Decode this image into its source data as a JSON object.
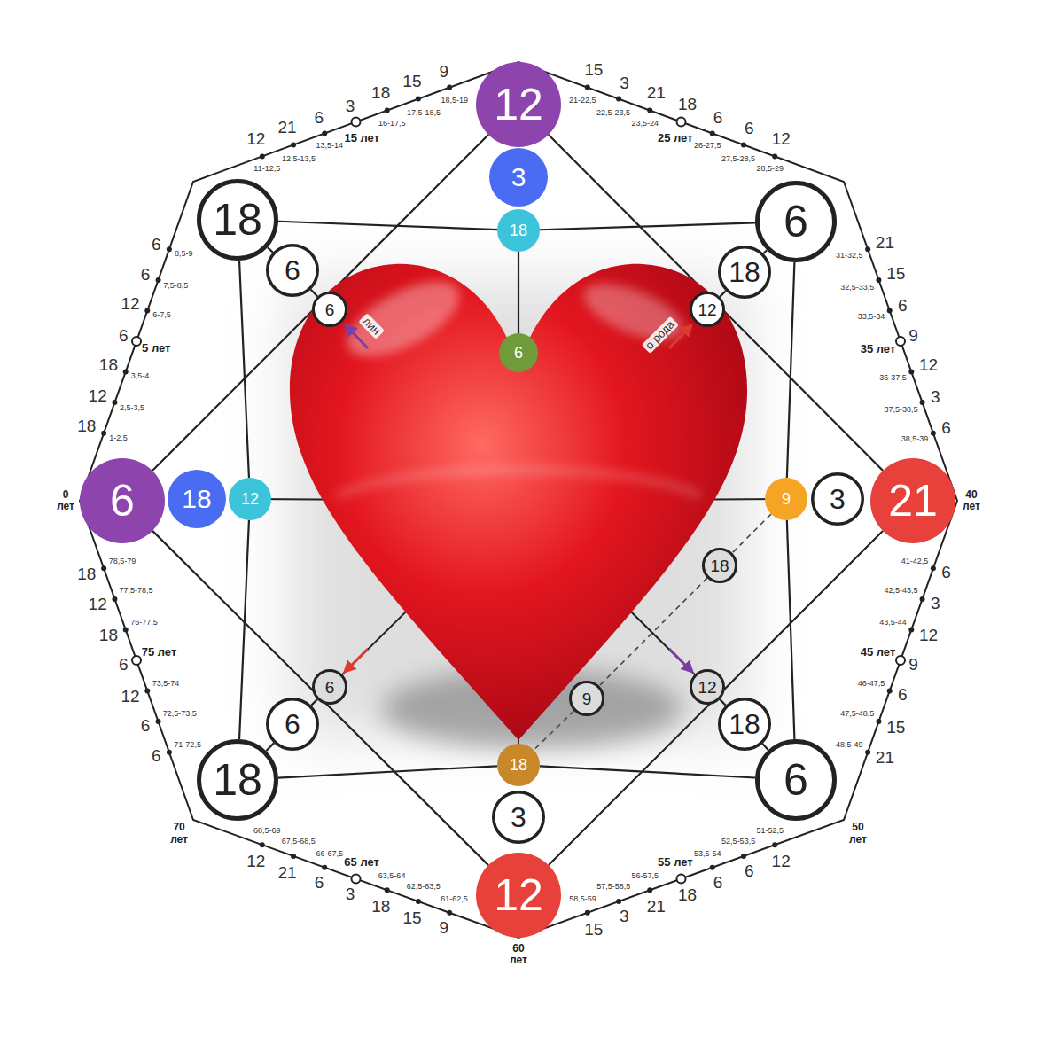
{
  "diagram": {
    "nodes": [
      {
        "text": [
          "12"
        ]
      },
      {
        "text": [
          "3"
        ]
      },
      {
        "text": [
          "18"
        ]
      },
      {
        "text": [
          "6"
        ]
      },
      {
        "text": [
          "18"
        ]
      },
      {
        "text": [
          "6"
        ]
      },
      {
        "text": [
          "18"
        ]
      },
      {
        "text": [
          "6"
        ]
      },
      {
        "text": [
          "12"
        ]
      },
      {
        "text": [
          "6"
        ]
      },
      {
        "text": [
          "6"
        ]
      },
      {
        "text": [
          "18"
        ]
      },
      {
        "text": [
          "12"
        ]
      },
      {
        "text": [
          "9"
        ]
      },
      {
        "text": [
          "3"
        ]
      },
      {
        "text": [
          "21"
        ]
      },
      {
        "text": [
          "18"
        ]
      },
      {
        "text": [
          "6"
        ]
      },
      {
        "text": [
          "12"
        ]
      },
      {
        "text": [
          "9"
        ]
      },
      {
        "text": [
          "6"
        ]
      },
      {
        "text": [
          "18"
        ]
      },
      {
        "text": [
          "18"
        ]
      },
      {
        "text": [
          "6"
        ]
      },
      {
        "text": [
          "18"
        ]
      },
      {
        "text": [
          "3"
        ]
      },
      {
        "text": [
          "12"
        ]
      }
    ],
    "edges": [
      {
        "from": 2,
        "to": 4,
        "arrow": "none"
      },
      {
        "from": 4,
        "to": 3,
        "arrow": "none"
      },
      {
        "from": 3,
        "to": 13,
        "arrow": "none"
      },
      {
        "from": 13,
        "to": 23,
        "arrow": "none"
      },
      {
        "from": 23,
        "to": 24,
        "arrow": "none"
      },
      {
        "from": 24,
        "to": 22,
        "arrow": "none"
      },
      {
        "from": 22,
        "to": 12,
        "arrow": "none"
      },
      {
        "from": 12,
        "to": 2,
        "arrow": "none"
      },
      {
        "from": 0,
        "to": 15,
        "arrow": "none"
      },
      {
        "from": 15,
        "to": 26,
        "arrow": "none"
      },
      {
        "from": 26,
        "to": 10,
        "arrow": "none"
      },
      {
        "from": 10,
        "to": 0,
        "arrow": "none"
      },
      {
        "from": 2,
        "to": 5,
        "arrow": "none"
      },
      {
        "from": 5,
        "to": 7,
        "arrow": "none"
      },
      {
        "from": 3,
        "to": 6,
        "arrow": "none"
      },
      {
        "from": 6,
        "to": 8,
        "arrow": "none"
      },
      {
        "from": 23,
        "to": 21,
        "arrow": "none"
      },
      {
        "from": 21,
        "to": 18,
        "arrow": "none"
      },
      {
        "from": 22,
        "to": 20,
        "arrow": "none"
      },
      {
        "from": 20,
        "to": 17,
        "arrow": "none"
      },
      {
        "from": 4,
        "to": 9,
        "arrow": "none"
      },
      {
        "from": 13,
        "to": 16,
        "arrow": "none"
      },
      {
        "from": 16,
        "to": 19,
        "arrow": "none"
      },
      {
        "from": 19,
        "to": 24,
        "arrow": "none"
      }
    ],
    "labels": [
      "18",
      "12",
      "18",
      "6",
      "12",
      "6",
      "6",
      "1-2,5",
      "2,5-3,5",
      "3,5-4",
      "6-7,5",
      "7,5-8,5",
      "8,5-9",
      "5 лет",
      "12",
      "21",
      "6",
      "3",
      "18",
      "15",
      "9",
      "11-12,5",
      "12,5-13,5",
      "13,5-14",
      "16-17,5",
      "17,5-18,5",
      "18,5-19",
      "15 лет",
      "15",
      "3",
      "21",
      "18",
      "6",
      "6",
      "12",
      "21-22,5",
      "22,5-23,5",
      "23,5-24",
      "26-27,5",
      "27,5-28,5",
      "28,5-29",
      "25 лет",
      "21",
      "15",
      "6",
      "9",
      "12",
      "3",
      "6",
      "31-32,5",
      "32,5-33,5",
      "33,5-34",
      "36-37,5",
      "37,5-38,5",
      "38,5-39",
      "35 лет",
      "6",
      "3",
      "12",
      "9",
      "6",
      "15",
      "21",
      "41-42,5",
      "42,5-43,5",
      "43,5-44",
      "46-47,5",
      "47,5-48,5",
      "48,5-49",
      "45 лет",
      "12",
      "6",
      "6",
      "18",
      "21",
      "3",
      "15",
      "51-52,5",
      "52,5-53,5",
      "53,5-54",
      "56-57,5",
      "57,5-58,5",
      "58,5-59",
      "55 лет",
      "9",
      "15",
      "18",
      "3",
      "6",
      "21",
      "12",
      "61-62,5",
      "62,5-63,5",
      "63,5-64",
      "66-67,5",
      "67,5-68,5",
      "68,5-69",
      "65 лет",
      "6",
      "6",
      "12",
      "6",
      "18",
      "12",
      "18",
      "71-72,5",
      "72,5-73,5",
      "73,5-74",
      "76-77,5",
      "77,5-78,5",
      "78,5-79",
      "75 лет",
      "0 лет",
      "40 лет",
      "50 лет",
      "60 лет",
      "70 лет",
      "лин",
      "о рода"
    ]
  }
}
